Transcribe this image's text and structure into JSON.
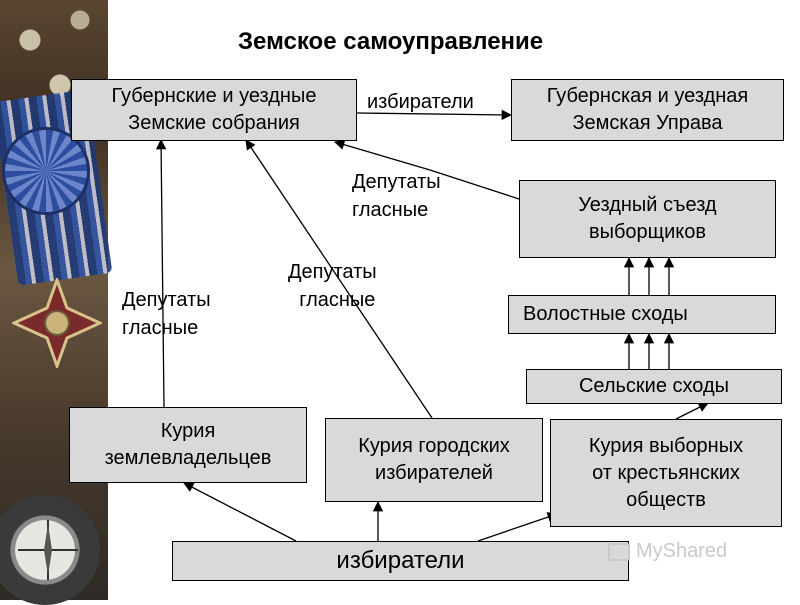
{
  "title": "Земское самоуправление",
  "nodes": {
    "assembly": [
      "Губернские и уездные",
      "Земские собрания"
    ],
    "board": [
      "Губернская и уездная",
      "Земская Управа"
    ],
    "district_congress": [
      "Уездный съезд",
      "выборщиков"
    ],
    "volost": [
      "Волостные сходы"
    ],
    "village": [
      "Сельские  сходы"
    ],
    "curia_landowners": [
      "Курия",
      "землевладельцев"
    ],
    "curia_urban": [
      "Курия городских",
      "избирателей"
    ],
    "curia_peasant": [
      "Курия выборных",
      "от крестьянских",
      "обществ"
    ],
    "voters": [
      "избиратели"
    ]
  },
  "labels": {
    "electors_top": "избиратели",
    "deputies_right": [
      "Депутаты",
      "гласные"
    ],
    "deputies_middle": [
      "Депутаты",
      "гласные"
    ],
    "deputies_left": [
      "Депутаты",
      "гласные"
    ]
  },
  "watermark": "MyShared",
  "colors": {
    "box_fill": "#d9d9d9",
    "stroke": "#000000",
    "watermark": "#c9c9c9"
  }
}
